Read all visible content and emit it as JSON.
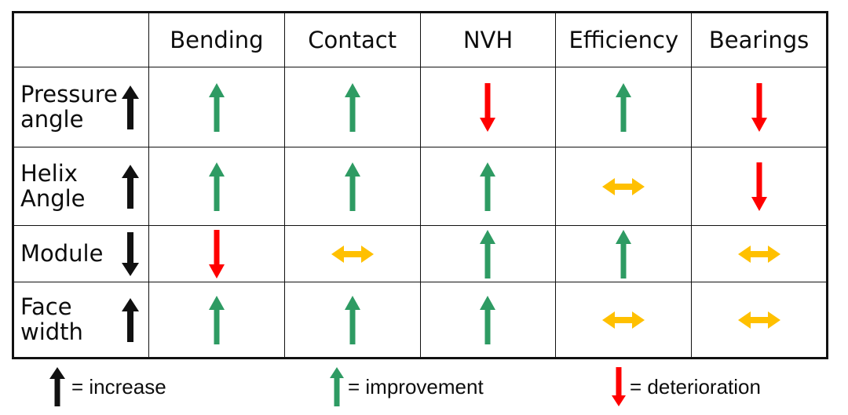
{
  "colors": {
    "increase_black": "#111111",
    "improvement_green": "#2E9B63",
    "deterioration_red": "#FF0000",
    "neutral_yellow": "#FFC000",
    "grid_line": "#111111",
    "text": "#0D0D0D",
    "background": "#FFFFFF"
  },
  "table": {
    "corner_label": "",
    "column_headers": [
      "Bending",
      "Contact",
      "NVH",
      "Efficiency",
      "Bearings"
    ],
    "rows": [
      {
        "label": "Pressure\nangle",
        "label_direction": "up",
        "label_direction_icon": "arrow-up-black-icon",
        "cells": [
          {
            "value": "improvement",
            "direction": "up",
            "icon": "arrow-up-green-icon"
          },
          {
            "value": "improvement",
            "direction": "up",
            "icon": "arrow-up-green-icon"
          },
          {
            "value": "deterioration",
            "direction": "down",
            "icon": "arrow-down-red-icon"
          },
          {
            "value": "improvement",
            "direction": "up",
            "icon": "arrow-up-green-icon"
          },
          {
            "value": "deterioration",
            "direction": "down",
            "icon": "arrow-down-red-icon"
          }
        ]
      },
      {
        "label": "Helix\nAngle",
        "label_direction": "up",
        "label_direction_icon": "arrow-up-black-icon",
        "cells": [
          {
            "value": "improvement",
            "direction": "up",
            "icon": "arrow-up-green-icon"
          },
          {
            "value": "improvement",
            "direction": "up",
            "icon": "arrow-up-green-icon"
          },
          {
            "value": "improvement",
            "direction": "up",
            "icon": "arrow-up-green-icon"
          },
          {
            "value": "neutral",
            "direction": "both",
            "icon": "arrow-leftright-yellow-icon"
          },
          {
            "value": "deterioration",
            "direction": "down",
            "icon": "arrow-down-red-icon"
          }
        ]
      },
      {
        "label": "Module",
        "label_direction": "down",
        "label_direction_icon": "arrow-down-black-icon",
        "cells": [
          {
            "value": "deterioration",
            "direction": "down",
            "icon": "arrow-down-red-icon"
          },
          {
            "value": "neutral",
            "direction": "both",
            "icon": "arrow-leftright-yellow-icon"
          },
          {
            "value": "improvement",
            "direction": "up",
            "icon": "arrow-up-green-icon"
          },
          {
            "value": "improvement",
            "direction": "up",
            "icon": "arrow-up-green-icon"
          },
          {
            "value": "neutral",
            "direction": "both",
            "icon": "arrow-leftright-yellow-icon"
          }
        ]
      },
      {
        "label": "Face\nwidth",
        "label_direction": "up",
        "label_direction_icon": "arrow-up-black-icon",
        "cells": [
          {
            "value": "improvement",
            "direction": "up",
            "icon": "arrow-up-green-icon"
          },
          {
            "value": "improvement",
            "direction": "up",
            "icon": "arrow-up-green-icon"
          },
          {
            "value": "improvement",
            "direction": "up",
            "icon": "arrow-up-green-icon"
          },
          {
            "value": "neutral",
            "direction": "both",
            "icon": "arrow-leftright-yellow-icon"
          },
          {
            "value": "neutral",
            "direction": "both",
            "icon": "arrow-leftright-yellow-icon"
          }
        ]
      }
    ]
  },
  "legend": {
    "items": [
      {
        "icon": "arrow-up-black-icon",
        "text": "= increase"
      },
      {
        "icon": "arrow-up-green-icon",
        "text": "= improvement"
      },
      {
        "icon": "arrow-down-red-icon",
        "text": "= deterioration"
      }
    ]
  }
}
